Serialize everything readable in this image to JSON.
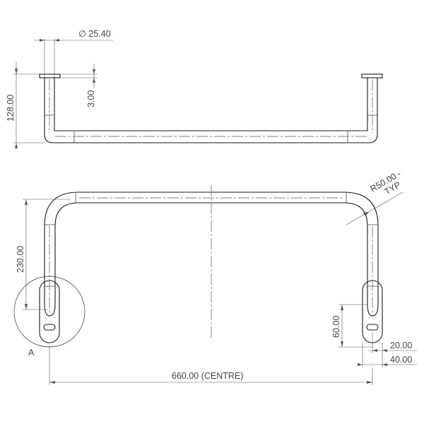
{
  "dimensions": {
    "tube_diameter": "25.40",
    "diameter_symbol": "∅",
    "height": "128.00",
    "plate_thickness": "3.00",
    "depth": "230.00",
    "bend_radius_line1": "R50.00 -",
    "bend_radius_line2": "TYP",
    "slot_height": "60.00",
    "plate_inner_width": "20.00",
    "plate_outer_width": "40.00",
    "centre_span": "660.00 (CENTRE)"
  },
  "detail": {
    "label": "A"
  }
}
